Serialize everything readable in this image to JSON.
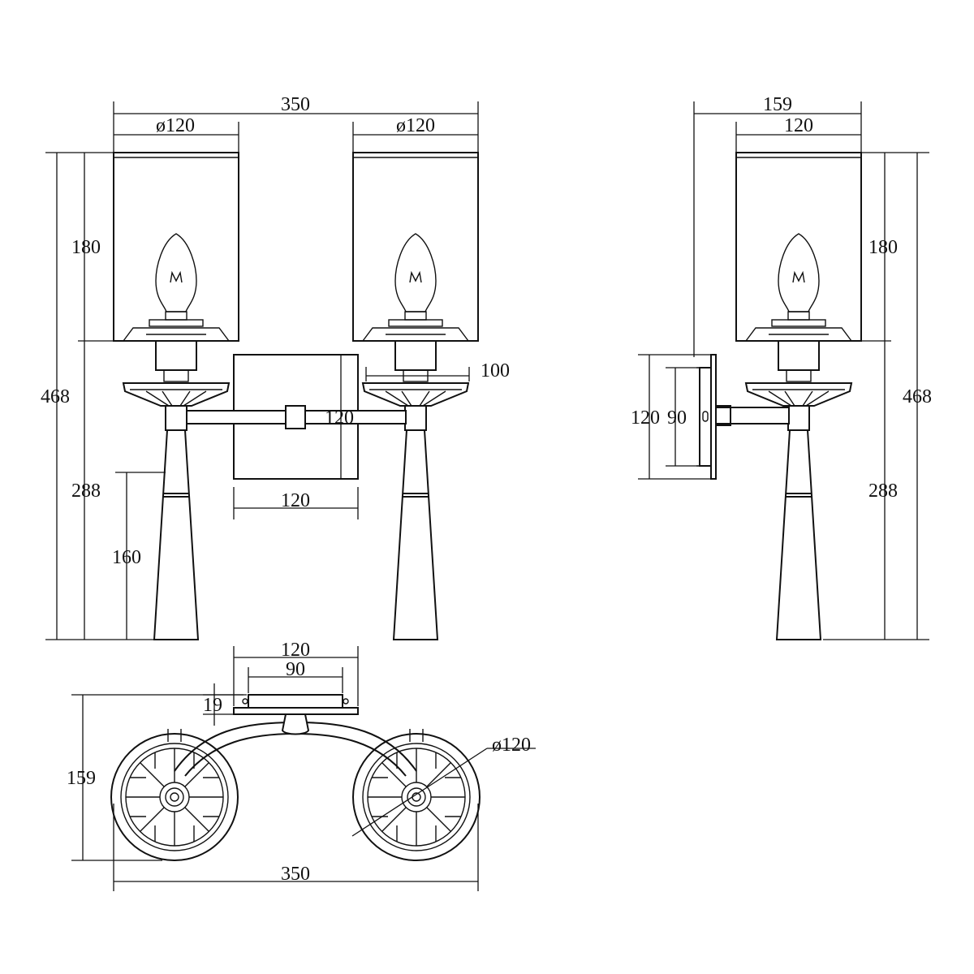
{
  "dimensions": {
    "front_overall_width": "350",
    "front_left_shade_diameter": "ø120",
    "front_right_shade_diameter": "ø120",
    "front_shade_height": "180",
    "front_total_height": "468",
    "front_lower_height": "288",
    "front_stem_height": "160",
    "front_backplate_height": "120",
    "front_backplate_width": "120",
    "front_cup_offset": "100",
    "side_overall_depth": "159",
    "side_shade_width": "120",
    "side_shade_height": "180",
    "side_total_height": "468",
    "side_lower_height": "288",
    "side_backplate_outer": "120",
    "side_backplate_inner": "90",
    "top_plate_width": "120",
    "top_plate_inner": "90",
    "top_plate_thickness": "19",
    "top_overall_depth": "159",
    "top_shade_diameter": "ø120",
    "top_overall_width": "350"
  }
}
